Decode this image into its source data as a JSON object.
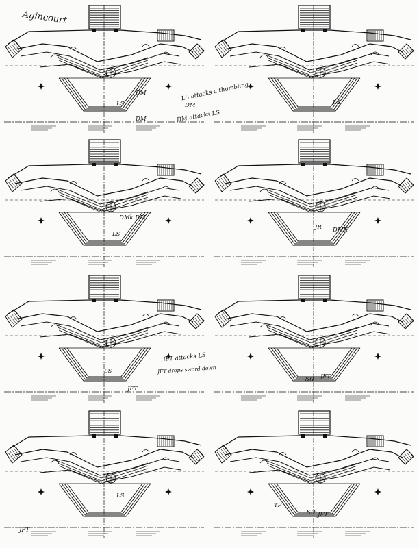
{
  "document": {
    "title": "Agincourt"
  },
  "colors": {
    "ink": "#111111",
    "paper": "#fbfbf9"
  },
  "panels": [
    {
      "id": "p1",
      "notes": [
        {
          "text": "LS attacks a thumbling"
        },
        {
          "text": "DM"
        },
        {
          "text": "DM attacks LS"
        },
        {
          "text": "DM"
        },
        {
          "text": "LS"
        },
        {
          "text": "DM"
        }
      ]
    },
    {
      "id": "p2",
      "notes": [
        {
          "text": "LS"
        }
      ]
    },
    {
      "id": "p3",
      "notes": [
        {
          "text": "DMk DM"
        },
        {
          "text": "LS"
        }
      ]
    },
    {
      "id": "p4",
      "notes": [
        {
          "text": "JR"
        },
        {
          "text": "DMK"
        }
      ]
    },
    {
      "id": "p5",
      "notes": [
        {
          "text": "JFT attacks LS"
        },
        {
          "text": "JFT drops sword down"
        },
        {
          "text": "LS"
        },
        {
          "text": "JFT"
        }
      ]
    },
    {
      "id": "p6",
      "notes": [
        {
          "text": "SD"
        },
        {
          "text": "JFT"
        }
      ]
    },
    {
      "id": "p7",
      "notes": [
        {
          "text": "LS"
        },
        {
          "text": "JFT"
        }
      ]
    },
    {
      "id": "p8",
      "notes": [
        {
          "text": "TP"
        },
        {
          "text": "SD"
        },
        {
          "text": "JFT"
        }
      ]
    }
  ]
}
